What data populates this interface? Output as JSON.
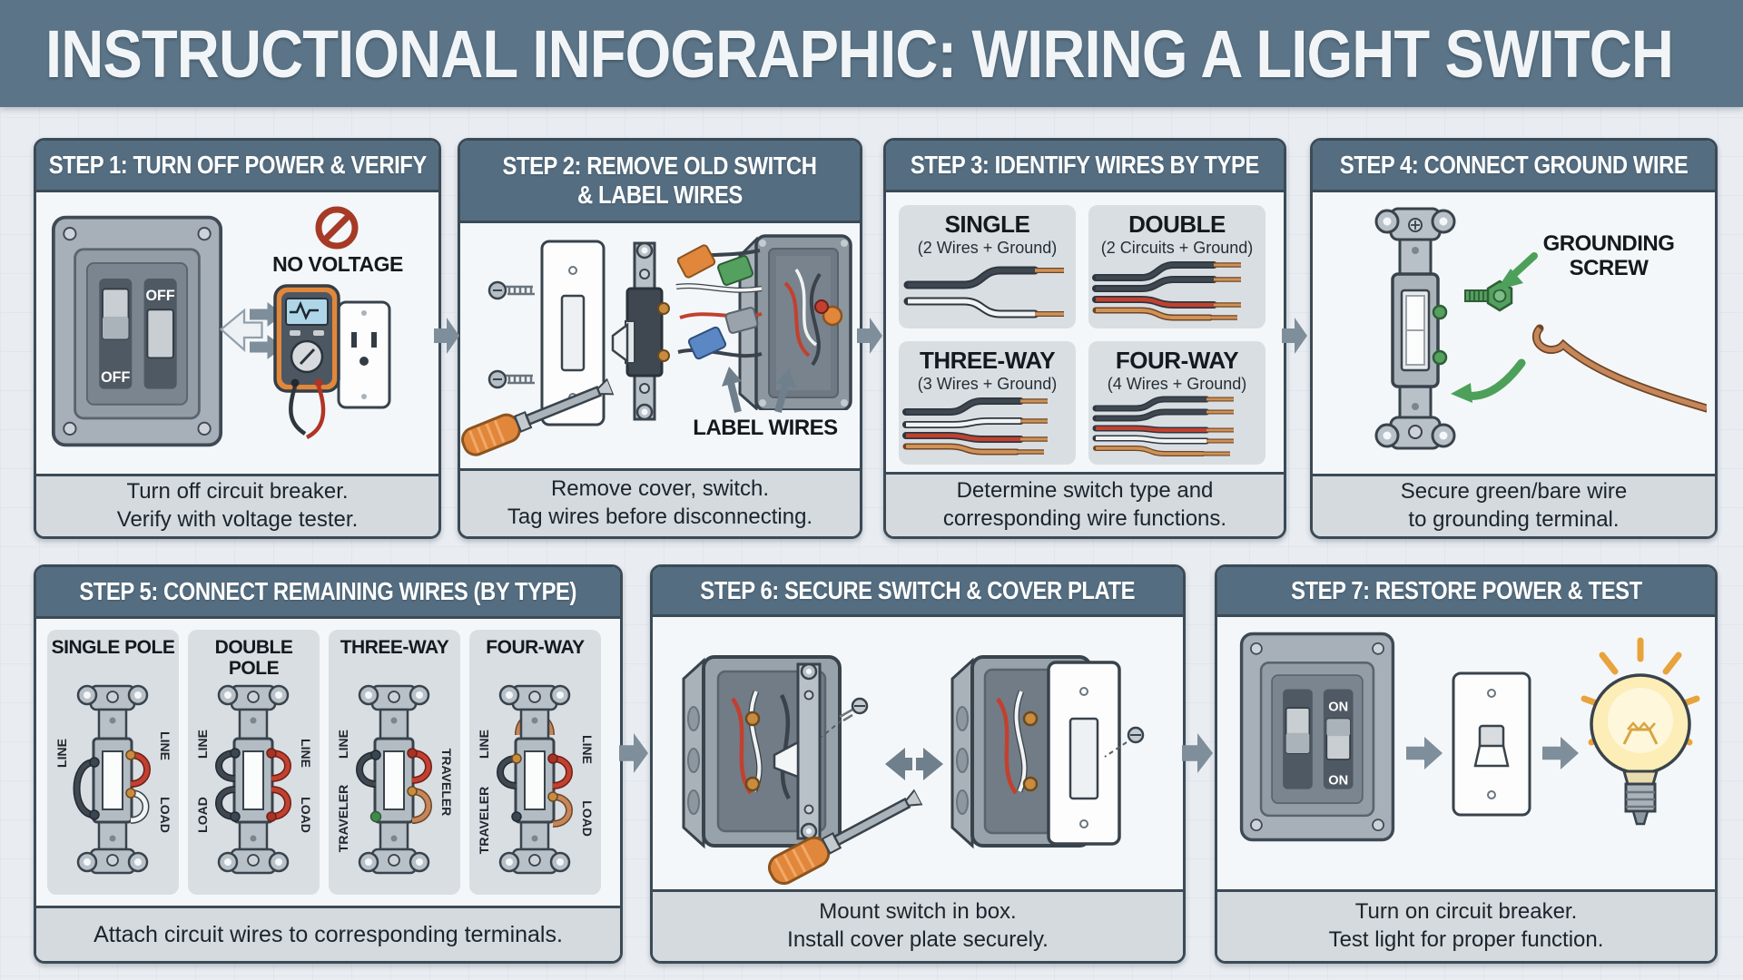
{
  "title": "INSTRUCTIONAL INFOGRAPHIC: WIRING A LIGHT SWITCH",
  "colors": {
    "header_bg": "#5b7487",
    "panel_header_bg": "#546d80",
    "panel_border": "#3b4a56",
    "panel_body_bg": "#f4f7f9",
    "caption_bg": "#d4dade",
    "card_bg": "#d9dee3",
    "arrow_gray": "#7e8e9a",
    "accent_orange": "#e0873c",
    "accent_green": "#4da05a",
    "accent_red": "#c2402f",
    "wire_black": "#3f4750",
    "wire_white": "#f2f3f4",
    "wire_copper": "#c5865a"
  },
  "steps": [
    {
      "id": 1,
      "title_lines": [
        "STEP 1: TURN OFF POWER & VERIFY"
      ],
      "caption_lines": [
        "Turn off circuit breaker.",
        "Verify with voltage tester."
      ],
      "labels": {
        "breaker_left": "OFF",
        "breaker_right": "OFF",
        "no_voltage": "NO VOLTAGE"
      }
    },
    {
      "id": 2,
      "title_lines": [
        "STEP 2: REMOVE OLD SWITCH",
        "& LABEL WIRES"
      ],
      "caption_lines": [
        "Remove cover, switch.",
        "Tag wires before disconnecting."
      ],
      "labels": {
        "label_wires": "LABEL WIRES"
      }
    },
    {
      "id": 3,
      "title_lines": [
        "STEP 3: IDENTIFY WIRES BY TYPE"
      ],
      "caption_lines": [
        "Determine switch type and",
        "corresponding wire functions."
      ],
      "wire_types": [
        {
          "name": "SINGLE",
          "subtitle": "(2 Wires + Ground)"
        },
        {
          "name": "DOUBLE",
          "subtitle": "(2 Circuits + Ground)"
        },
        {
          "name": "THREE-WAY",
          "subtitle": "(3 Wires + Ground)"
        },
        {
          "name": "FOUR-WAY",
          "subtitle": "(4 Wires + Ground)"
        }
      ]
    },
    {
      "id": 4,
      "title_lines": [
        "STEP 4: CONNECT GROUND WIRE"
      ],
      "caption_lines": [
        "Secure green/bare wire",
        "to grounding terminal."
      ],
      "labels": {
        "grounding_screw_lines": [
          "GROUNDING",
          "SCREW"
        ]
      }
    },
    {
      "id": 5,
      "title_lines": [
        "STEP 5: CONNECT REMAINING WIRES (BY TYPE)"
      ],
      "caption_lines": [
        "Attach circuit wires to corresponding terminals."
      ],
      "switch_types": [
        {
          "name": "SINGLE POLE",
          "terminals": [
            "LINE",
            "LINE",
            "LOAD"
          ]
        },
        {
          "name": "DOUBLE POLE",
          "terminals": [
            "LINE",
            "LINE",
            "LOAD",
            "LOAD"
          ]
        },
        {
          "name": "THREE-WAY",
          "terminals": [
            "LINE",
            "TRAVELER",
            "TRAVELER"
          ]
        },
        {
          "name": "FOUR-WAY",
          "terminals": [
            "LINE",
            "LINE",
            "TRAVELER",
            "LOAD"
          ]
        }
      ]
    },
    {
      "id": 6,
      "title_lines": [
        "STEP 6: SECURE SWITCH & COVER PLATE"
      ],
      "caption_lines": [
        "Mount switch in box.",
        "Install cover plate securely."
      ]
    },
    {
      "id": 7,
      "title_lines": [
        "STEP 7: RESTORE POWER & TEST"
      ],
      "caption_lines": [
        "Turn on circuit breaker.",
        "Test light for proper function."
      ],
      "labels": {
        "breaker_top": "ON",
        "breaker_bottom": "ON"
      }
    }
  ]
}
